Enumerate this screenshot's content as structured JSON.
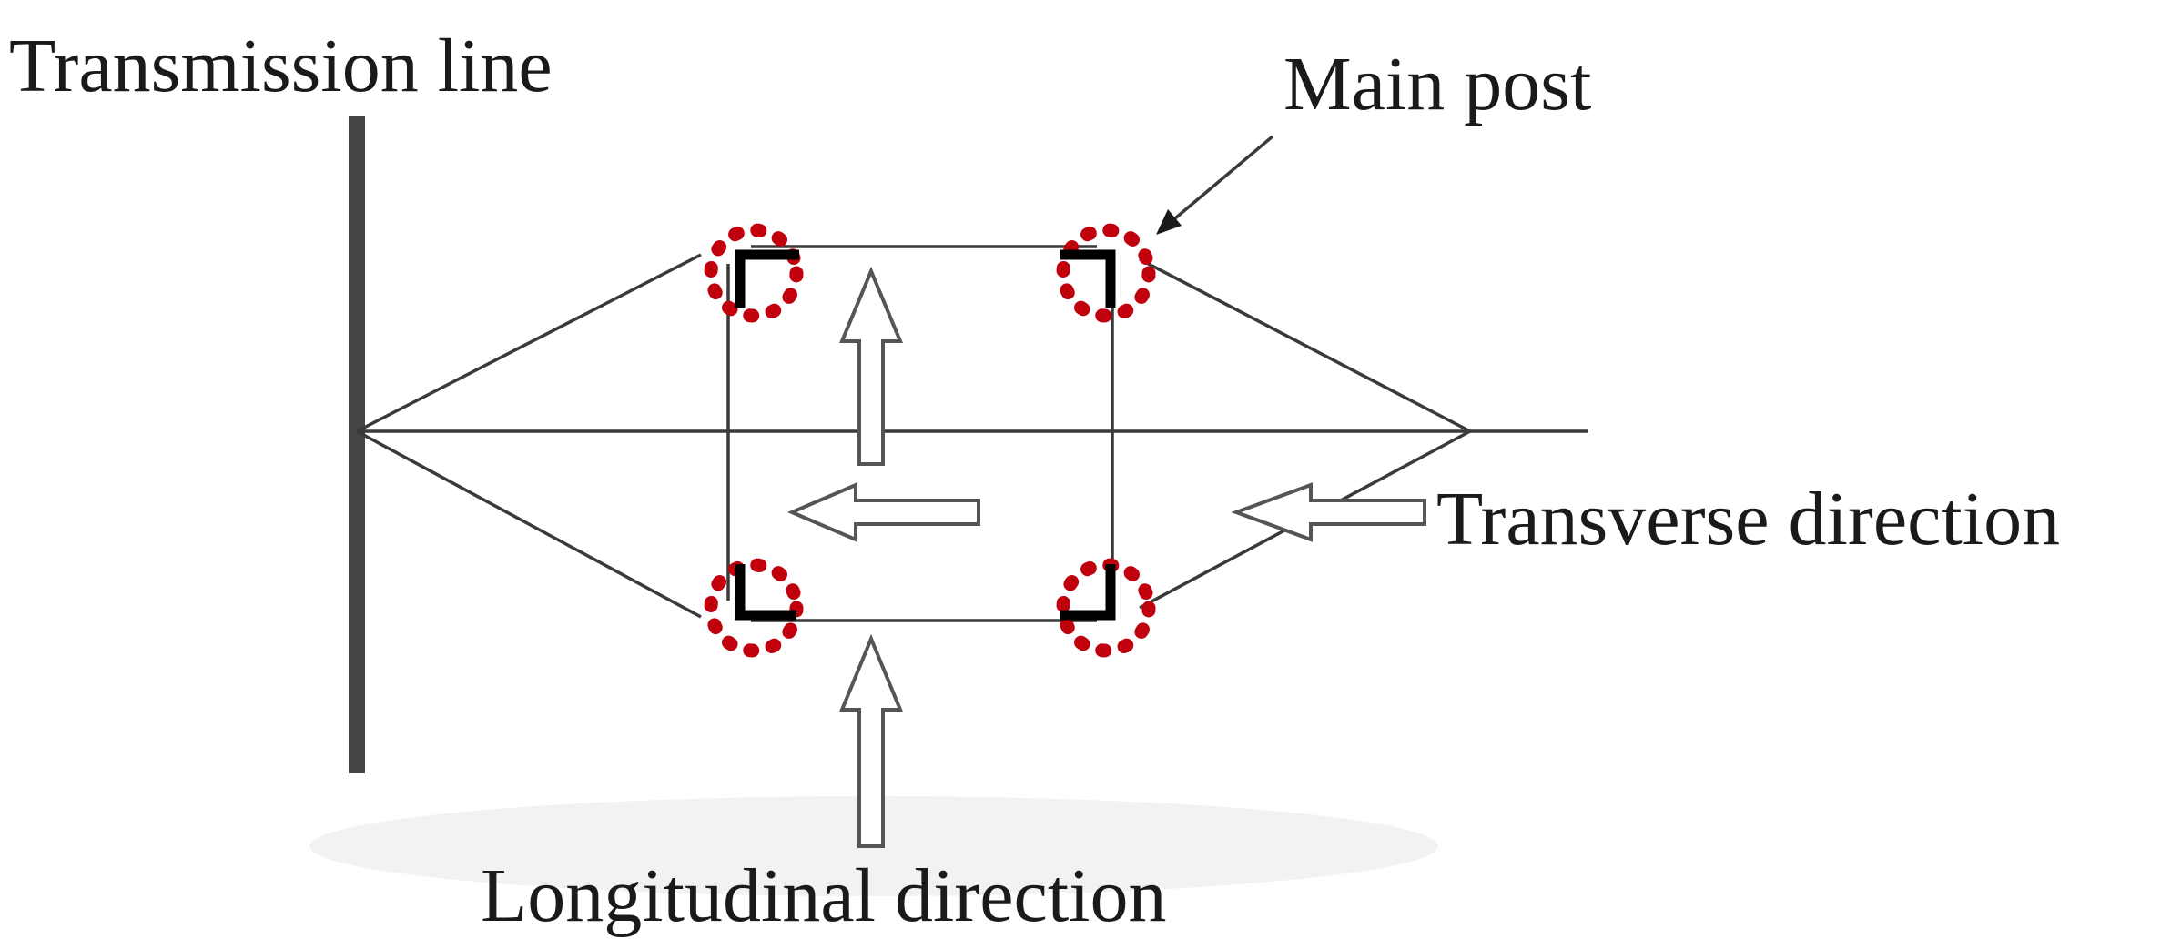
{
  "labels": {
    "transmission_line": "Transmission line",
    "main_post": "Main post",
    "transverse_direction": "Transverse direction",
    "longitudinal_direction": "Longitudinal direction"
  },
  "colors": {
    "line": "#3a3a3a",
    "post_marker": "#c0000c",
    "post": "#000000",
    "arrow_outline": "#555555",
    "arrow_fill": "#ffffff"
  },
  "icons": {
    "post_marker": "dotted-circle",
    "post": "angle-section",
    "direction": "hollow-arrow"
  }
}
